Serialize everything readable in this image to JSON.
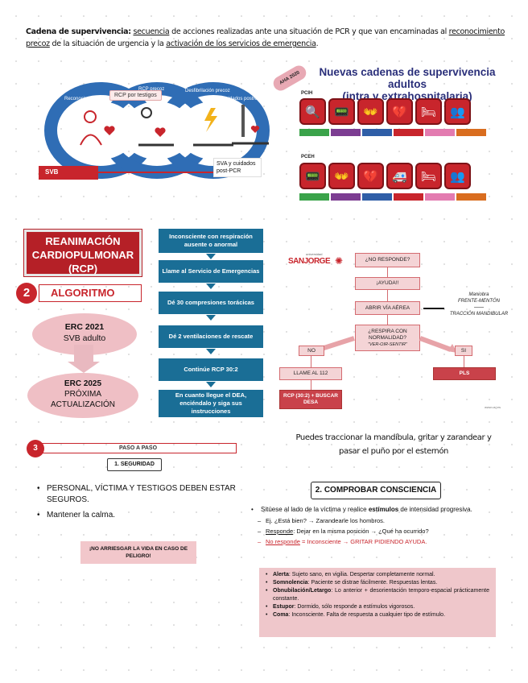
{
  "intro": {
    "term": "Cadena de supervivencia:",
    "segments": [
      {
        "text": " "
      },
      {
        "text": "secuencia",
        "u": true
      },
      {
        "text": " de acciones realizadas ante una situación de PCR y que van encaminadas al "
      },
      {
        "text": "reconocimiento precoz",
        "u": true
      },
      {
        "text": " de la situación de urgencia y la "
      },
      {
        "text": "activación de los servicios de emergencia",
        "u": true
      },
      {
        "text": "."
      }
    ]
  },
  "chain": {
    "tag_rcp_testigos": "RCP por testigos",
    "svb": "SVB",
    "svb_post": "SVA y cuidados post-PCR",
    "ring_labels": [
      "Reconocimiento precoz",
      "RCP precoz",
      "Desfibrilación precoz",
      "Cuidados postresucitación"
    ]
  },
  "aha": {
    "badge": "AHA 2020",
    "title_line1": "Nuevas cadenas de supervivencia adultos",
    "title_line2": "(intra y extrahospitalaria)",
    "row1_label": "PCIH",
    "row2_label": "PCEH",
    "row1_icons": [
      "🔍",
      "📟",
      "👐",
      "💔",
      "🛏",
      "👥"
    ],
    "row2_icons": [
      "📟",
      "👐",
      "💔",
      "🚑",
      "🛏",
      "👥"
    ],
    "strip_colors": [
      "#3aa34a",
      "#7c3d92",
      "#2f5ea7",
      "#c8252c",
      "#e37bb0",
      "#d96d1f"
    ]
  },
  "rcp": {
    "title": "REANIMACIÓN CARDIOPULMONAR (RCP)",
    "algo_num": "2",
    "algo_label": "ALGORITMO",
    "erc21_title": "ERC 2021",
    "erc21_sub": "SVB adulto",
    "erc25_title": "ERC 2025",
    "erc25_l2": "PRÓXIMA",
    "erc25_l3": "ACTUALIZACIÓN"
  },
  "flow": [
    "Inconsciente con respiración ausente o anormal",
    "Llame al Servicio de Emergencias",
    "Dé 30 compresiones torácicas",
    "Dé 2 ventilaciones de rescate",
    "Continúe RCP 30:2",
    "En cuanto llegue el DEA, enciéndalo y siga sus instrucciones"
  ],
  "tree": {
    "logo_small": "universidad",
    "logo_name": "SANJORGE",
    "q1": "¿NO RESPONDE?",
    "q2": "¡AYUDA!!",
    "q3": "ABRIR VÍA AÉREA",
    "q4a": "¿RESPIRA CON NORMALIDAD?",
    "q4b": "\"VER-OIR-SENTIR\"",
    "no": "NO",
    "si": "SI",
    "llame": "LLAME AL 112",
    "rcp": "RCP (30:2) + BUSCAR DESA",
    "pls": "PLS",
    "maniobra1": "Maniobra",
    "maniobra2": "FRENTE-MENTÓN",
    "maniobra3": "TRACCIÓN MANDIBULAR",
    "foot": "www.usj.es"
  },
  "handnote": "Puedes traccionar la mandíbula, gritar y zarandear y pasar el puño por el esternón",
  "paso": {
    "num": "3",
    "bar": "PASO A PASO",
    "step1": "1. SEGURIDAD",
    "items": [
      "PERSONAL, VÍCTIMA Y TESTIGOS DEBEN ESTAR SEGUROS.",
      "Mantener la calma."
    ],
    "warning": "¡NO ARRIESGAR LA VIDA EN CASO DE PELIGRO!"
  },
  "consc": {
    "title": "2. COMPROBAR CONSCIENCIA",
    "intro_a": "Sitúese al lado de la víctima y realice ",
    "intro_b": "estímulos",
    "intro_c": " de intensidad progresiva.",
    "sub1": "Ej. ¿Está bien? → Zarandearle los hombros.",
    "sub2_a": "Responde",
    "sub2_b": ": Dejar en la misma posición → ¿Qué ha ocurrido?",
    "sub3_a": "No responde",
    "sub3_b": " = Inconsciente → GRITAR PIDIENDO AYUDA.",
    "levels": [
      {
        "term": "Alerta",
        "text": ": Sujeto sano, en vigilia. Despertar completamente normal."
      },
      {
        "term": "Somnolencia",
        "text": ": Paciente se distrae fácilmente. Respuestas lentas."
      },
      {
        "term": "Obnubilación/Letargo",
        "text": ": Lo anterior + desorientación temporo-espacial prácticamente constante."
      },
      {
        "term": "Estupor",
        "text": ": Dormido, sólo responde a estímulos vigorosos."
      },
      {
        "term": "Coma",
        "text": ": Inconsciente. Falta de respuesta a cualquier tipo de estímulo."
      }
    ]
  }
}
